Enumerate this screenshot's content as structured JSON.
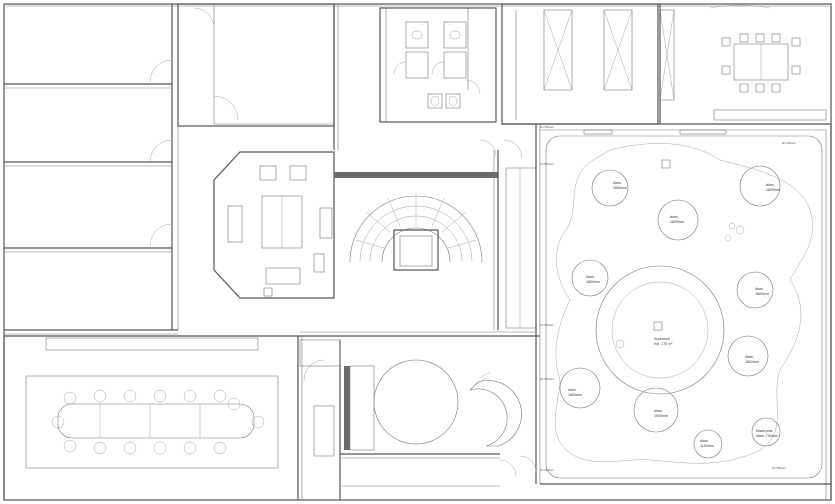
{
  "plan": {
    "dim_labels": {
      "h_730_top": "H=730mm",
      "h_730_right": "H=730mm",
      "h_730_left_upper": "H=730mm",
      "h_730_left_mid": "H=730mm",
      "h_730_left_lower": "H=730mm",
      "h_730_bottom_left": "H=730mm",
      "h_730_bottom_right": "H=730mm"
    },
    "rooms": {
      "diam_1800_a": {
        "l1": "diam.",
        "l2": "1800mm"
      },
      "diam_1800_b": {
        "l1": "diam.",
        "l2": "1800mm"
      },
      "diam_1800_c": {
        "l1": "diam.",
        "l2": "1800mm"
      },
      "diam_1800_d": {
        "l1": "diam.",
        "l2": "1800mm"
      },
      "diam_1800_e": {
        "l1": "diam.",
        "l2": "1800mm"
      },
      "diam_1800_f": {
        "l1": "diam.",
        "l2": "1800mm"
      },
      "diam_1800_g": {
        "l1": "diam.",
        "l2": "1800mm"
      },
      "diam_1500": {
        "l1": "diam.",
        "l2": "1500mm"
      },
      "diam_1100": {
        "l1": "diam.",
        "l2": "1100mm"
      },
      "bench": {
        "l1": "Sunbench",
        "l2": "Ext. 175 m²"
      },
      "flowerpots": {
        "l1": "flowerpots",
        "l2": "diam. 700mm"
      }
    }
  }
}
